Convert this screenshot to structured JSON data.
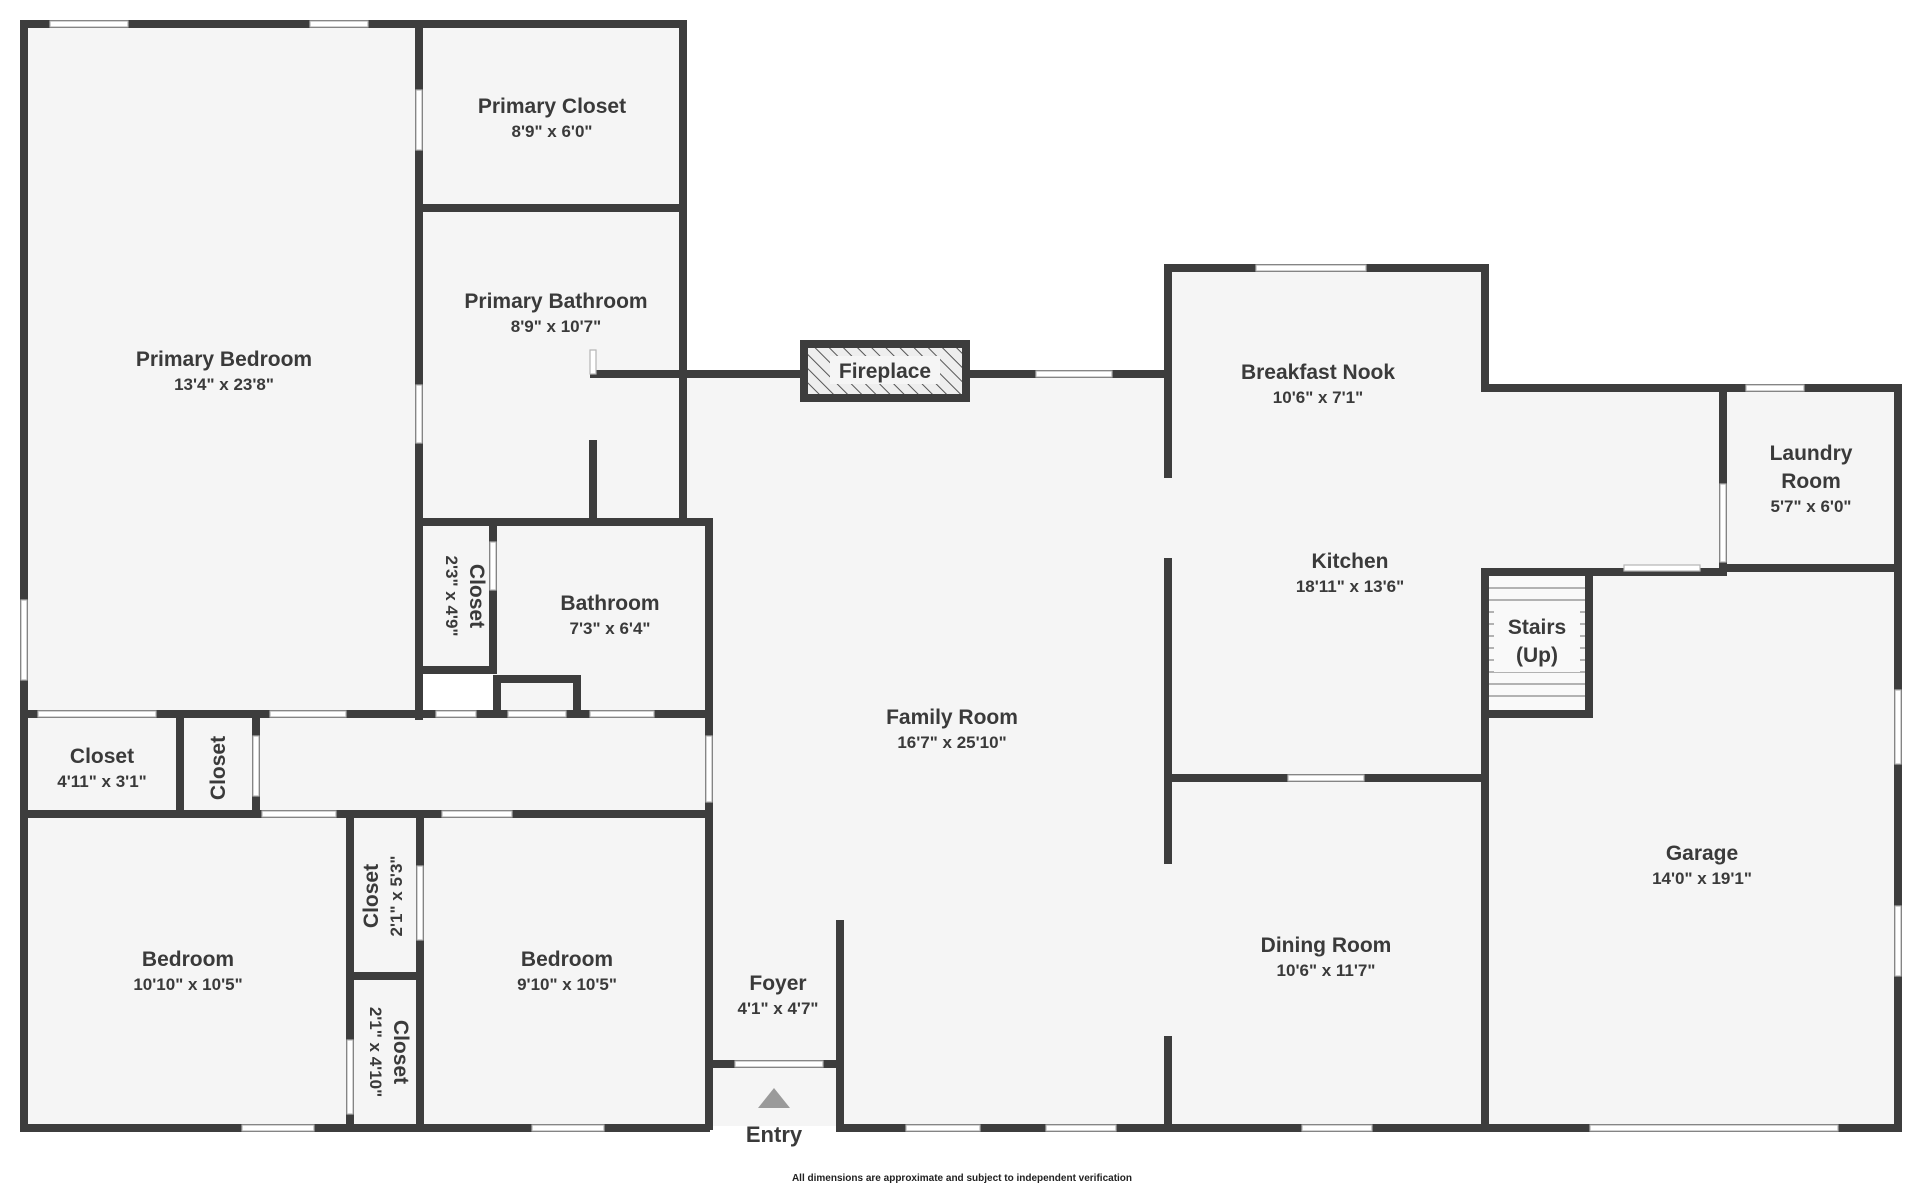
{
  "rooms": {
    "primary_bedroom": {
      "name": "Primary Bedroom",
      "dim": "13'4\" x 23'8\""
    },
    "primary_closet": {
      "name": "Primary Closet",
      "dim": "8'9\" x 6'0\""
    },
    "primary_bathroom": {
      "name": "Primary Bathroom",
      "dim": "8'9\" x 10'7\""
    },
    "closet_small": {
      "name": "Closet",
      "dim": "2'3\" x 4'9\""
    },
    "bathroom": {
      "name": "Bathroom",
      "dim": "7'3\" x 6'4\""
    },
    "closet_left": {
      "name": "Closet",
      "dim": "4'11\" x 3'1\""
    },
    "closet_narrow": {
      "name": "Closet"
    },
    "bedroom_left": {
      "name": "Bedroom",
      "dim": "10'10\" x 10'5\""
    },
    "closet_mid_upper": {
      "name": "Closet",
      "dim": "2'1\" x 5'3\""
    },
    "closet_mid_lower": {
      "name": "Closet",
      "dim": "2'1\" x 4'10\""
    },
    "bedroom_right": {
      "name": "Bedroom",
      "dim": "9'10\" x 10'5\""
    },
    "family_room": {
      "name": "Family Room",
      "dim": "16'7\" x 25'10\""
    },
    "foyer": {
      "name": "Foyer",
      "dim": "4'1\" x 4'7\""
    },
    "breakfast_nook": {
      "name": "Breakfast Nook",
      "dim": "10'6\" x 7'1\""
    },
    "kitchen": {
      "name": "Kitchen",
      "dim": "18'11\" x 13'6\""
    },
    "dining_room": {
      "name": "Dining Room",
      "dim": "10'6\" x 11'7\""
    },
    "laundry_room": {
      "name": "Laundry",
      "name2": "Room",
      "dim": "5'7\" x 6'0\""
    },
    "stairs": {
      "name": "Stairs",
      "name2": "(Up)"
    },
    "garage": {
      "name": "Garage",
      "dim": "14'0\" x 19'1\""
    }
  },
  "fireplace": {
    "label": "Fireplace"
  },
  "entry": {
    "label": "Entry"
  },
  "footnote": "All dimensions are approximate and subject to independent verification",
  "colors": {
    "wall": "#3d3d3d",
    "floor": "#f5f5f5",
    "opening": "#ffffff",
    "background": "#ffffff"
  }
}
